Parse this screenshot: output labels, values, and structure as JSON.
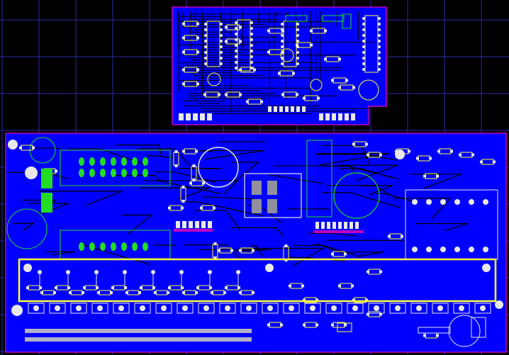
{
  "view": {
    "kind": "pcb-layout-canvas",
    "colors": {
      "background": "#000000",
      "grid": "#2a2aa8",
      "board_fill": "#0000ff",
      "outline_magenta": "#c000c0",
      "pad_white": "#e8e8e8",
      "silkscreen_yellow": "#ffff33",
      "copper_dark": "#000000",
      "highlight_green": "#22dd22",
      "keepout_gray": "#b0b0c8",
      "pad_gray": "#9090a0",
      "trace_cyan": "#00c0c0"
    },
    "layers_visible": [
      "board-outline",
      "copper-top",
      "silkscreen",
      "pads",
      "grid"
    ]
  }
}
